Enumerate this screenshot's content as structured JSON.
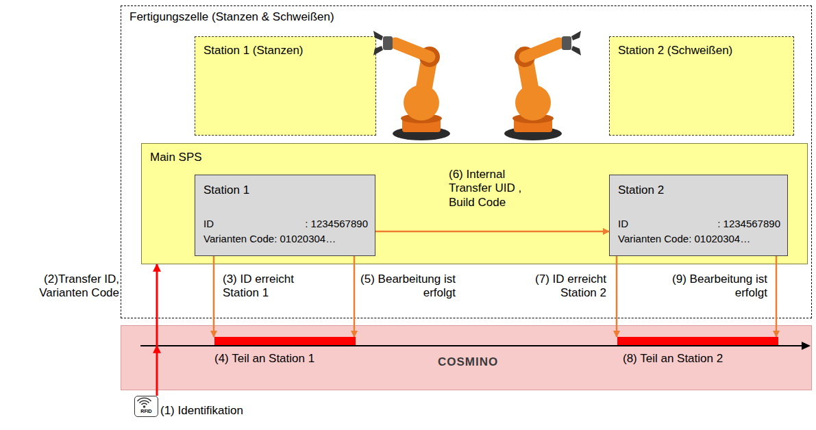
{
  "diagram": {
    "nodes": [
      {
        "text": [
          "Fertigungszelle (Stanzen & Schweißen)"
        ]
      },
      {
        "text": [
          "Station 1 (Stanzen)"
        ],
        "in": 0
      },
      {
        "text": [
          "Station 2 (Schweißen)"
        ],
        "in": 0
      },
      {
        "text": [
          "Main SPS"
        ],
        "in": 0
      },
      {
        "text": [
          "Station 1",
          "ID",
          ": 1234567890",
          "Varianten Code: 01020304…"
        ],
        "in": 3
      },
      {
        "text": [
          "Station 2",
          "ID",
          ": 1234567890",
          "Varianten Code: 01020304…"
        ],
        "in": 3
      },
      {
        "text": [
          "COSMINO"
        ]
      },
      {
        "text": [
          "(4) Teil an Station 1"
        ],
        "in": 6
      },
      {
        "text": [
          "(8) Teil an Station 2"
        ],
        "in": 6
      },
      {
        "text": [
          "RFID"
        ]
      }
    ],
    "edges": [
      {
        "from": 4,
        "to": 5,
        "arrow": "to",
        "label": "(6) Internal Transfer UID , Build Code"
      },
      {
        "from": 4,
        "to": 7,
        "arrow": "to",
        "label": "(3) ID erreicht Station 1"
      },
      {
        "from": 4,
        "to": 7,
        "arrow": "to",
        "label": "(5) Bearbeitung ist erfolgt"
      },
      {
        "from": 5,
        "to": 8,
        "arrow": "to",
        "label": "(7) ID erreicht Station 2"
      },
      {
        "from": 5,
        "to": 8,
        "arrow": "to",
        "label": "(9) Bearbeitung ist erfolgt"
      },
      {
        "from": 9,
        "to": 6,
        "arrow": "to"
      },
      {
        "from": 6,
        "to": 3,
        "arrow": "to",
        "label": "(2)Transfer ID, Varianten Code"
      }
    ],
    "labels": [
      "(1) Identifikation"
    ]
  }
}
